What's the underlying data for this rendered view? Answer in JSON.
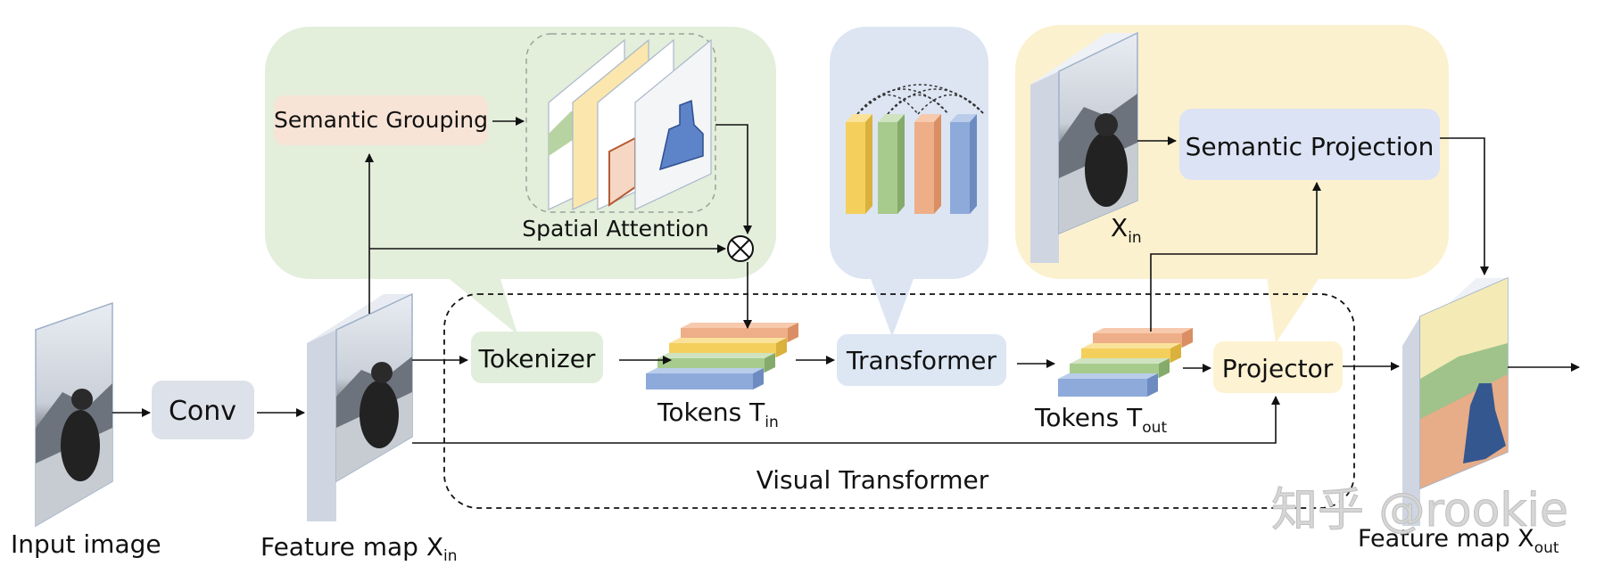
{
  "labels": {
    "input_image": "Input image",
    "conv": "Conv",
    "feature_map_in": "Feature map X",
    "feature_map_in_sub": "in",
    "semantic_grouping": "Semantic Grouping",
    "spatial_attention": "Spatial Attention",
    "tokenizer": "Tokenizer",
    "tokens_in": "Tokens T",
    "tokens_in_sub": "in",
    "transformer": "Transformer",
    "tokens_out": "Tokens T",
    "tokens_out_sub": "out",
    "projector": "Projector",
    "x_in": "X",
    "x_in_sub": "in",
    "semantic_projection": "Semantic Projection",
    "visual_transformer": "Visual Transformer",
    "feature_map_out": "Feature map X",
    "feature_map_out_sub": "out",
    "watermark": "知乎 @rookie"
  },
  "colors": {
    "green_bubble": "#e3eedb",
    "blue_bubble": "#dde5f3",
    "yellow_bubble": "#fcf1cf",
    "semantic_grouping_box": "#f8e4d6",
    "conv_box": "#dde1e9",
    "tokenizer_box": "#e1eedb",
    "transformer_box": "#dde6f3",
    "projector_box": "#fdf2d2",
    "semantic_projection_box": "#dbe3f4",
    "token_orange": "#eeae88",
    "token_yellow": "#f5cf5c",
    "token_green": "#a7cb8d",
    "token_blue": "#8eaadb"
  },
  "icons": [
    "multiply-circle-icon"
  ]
}
